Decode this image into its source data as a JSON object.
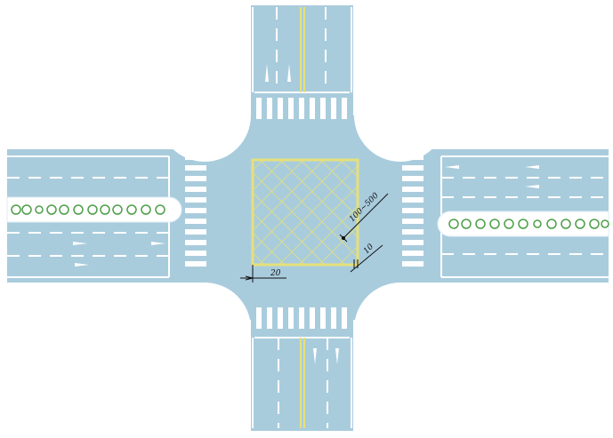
{
  "colors": {
    "road": "#a9ccdd",
    "lane_marking": "#ffffff",
    "yellow_marking": "#e6e07a",
    "shrub_green": "#4c9e47",
    "dimension_line": "#111111",
    "background": "#ffffff"
  },
  "dimensions": {
    "mesh_spacing": "100~500",
    "edge_offset": "10",
    "crosswalk_offset": "20"
  },
  "elements": {
    "yellow_grid_box": "no-stopping-grid",
    "median_west": "planted-median",
    "median_east": "planted-median"
  }
}
